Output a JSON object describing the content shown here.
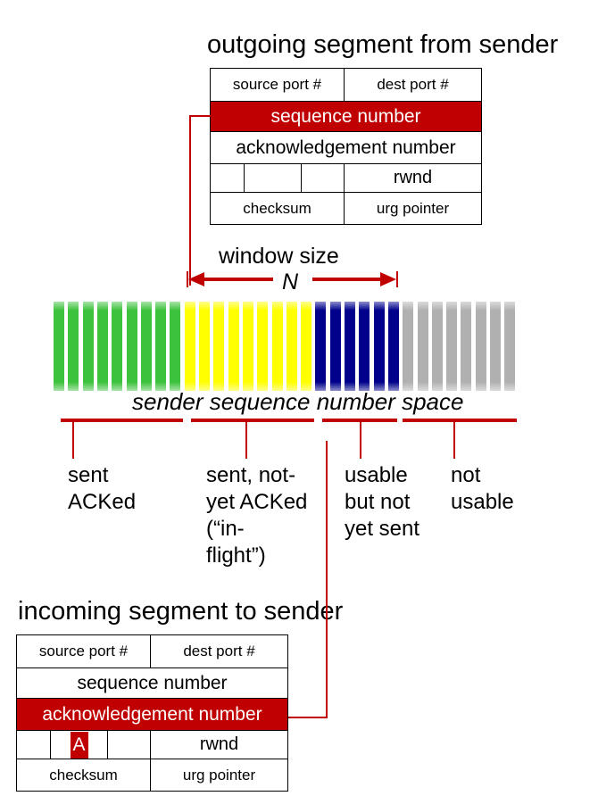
{
  "outgoing": {
    "title": "outgoing segment from sender",
    "source_port": "source port #",
    "dest_port": "dest port #",
    "sequence_number": "sequence number",
    "ack_number": "acknowledgement number",
    "rwnd": "rwnd",
    "checksum": "checksum",
    "urg_pointer": "urg pointer"
  },
  "window": {
    "label": "window size",
    "n": "N"
  },
  "space": {
    "label": "sender sequence number space",
    "segments": [
      {
        "name": "sent-acked",
        "color": "#3cc23c",
        "count": 9
      },
      {
        "name": "in-flight",
        "color": "#ffff00",
        "count": 9
      },
      {
        "name": "usable-not-sent",
        "color": "#00008b",
        "count": 6
      },
      {
        "name": "not-usable",
        "color": "#b0b0b0",
        "count": 8
      }
    ]
  },
  "categories": {
    "sent_acked": "sent\nACKed",
    "in_flight": "sent, not-\nyet ACKed\n(“in-\nflight”)",
    "usable": "usable\nbut not\nyet sent",
    "not_usable": "not\nusable"
  },
  "incoming": {
    "title": "incoming segment to sender",
    "source_port": "source port #",
    "dest_port": "dest port #",
    "sequence_number": "sequence number",
    "ack_number": "acknowledgement number",
    "flag_a": "A",
    "rwnd": "rwnd",
    "checksum": "checksum",
    "urg_pointer": "urg pointer"
  },
  "colors": {
    "highlight": "#c00000",
    "connector": "#c00000"
  }
}
